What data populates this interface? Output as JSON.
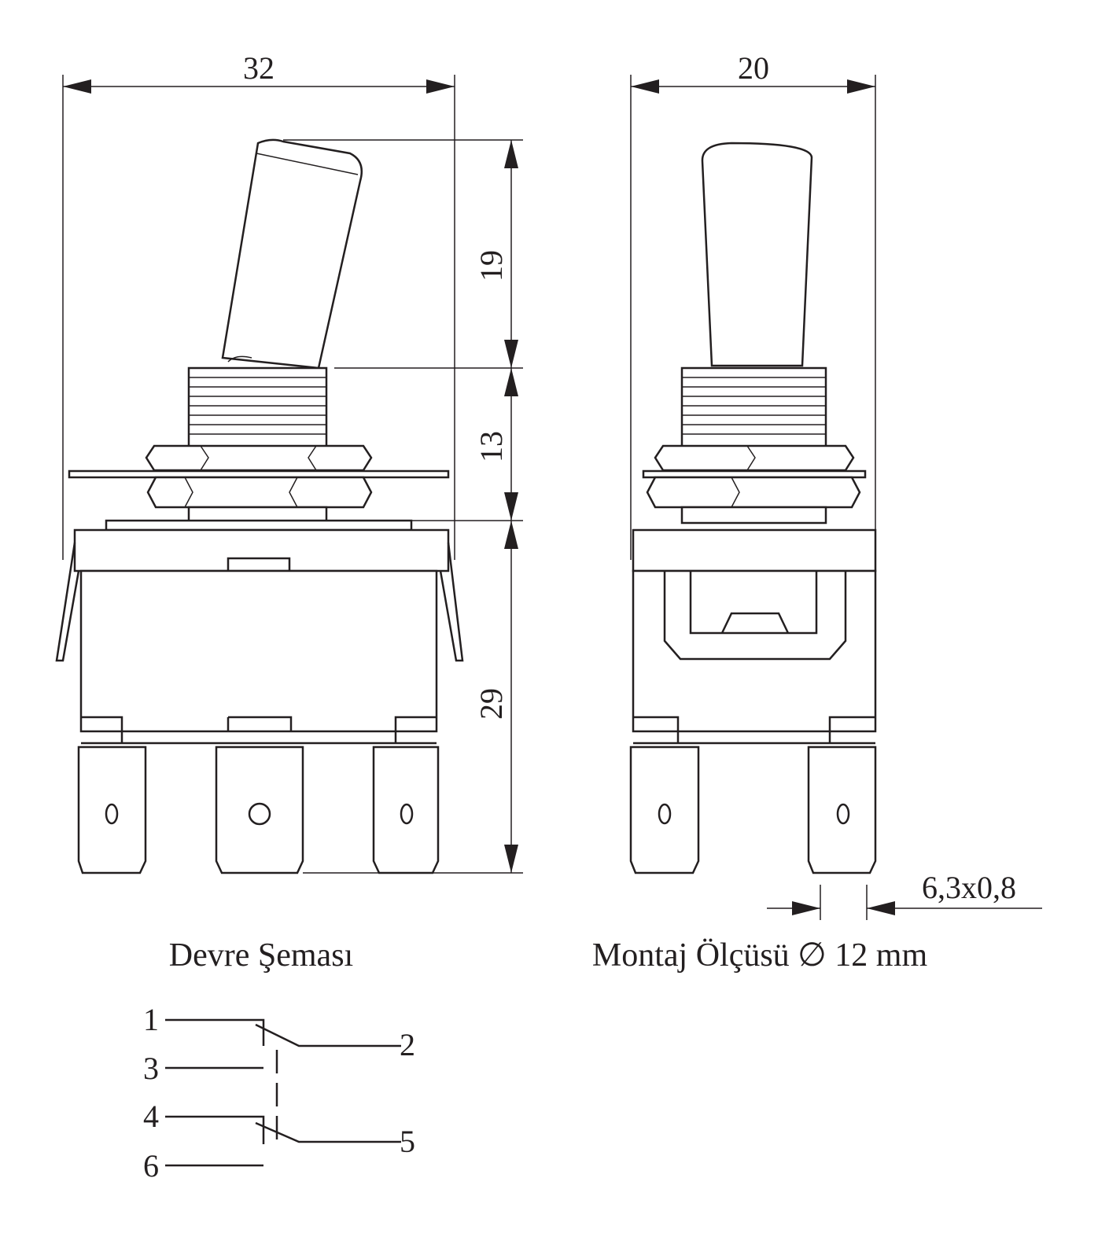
{
  "dimensions": {
    "front_width": "32",
    "side_width": "20",
    "lever_height": "19",
    "bushing_height": "13",
    "body_height": "29",
    "terminal_size": "6,3x0,8"
  },
  "captions": {
    "circuit": "Devre Şeması",
    "mounting": "Montaj Ölçüsü ∅ 12 mm"
  },
  "circuit_pins": [
    "1",
    "2",
    "3",
    "4",
    "5",
    "6"
  ],
  "colors": {
    "line": "#231f20",
    "background": "#ffffff"
  }
}
